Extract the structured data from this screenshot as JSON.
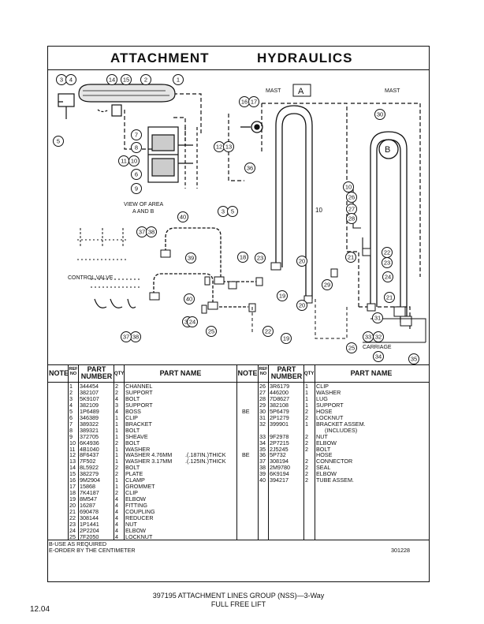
{
  "title": {
    "left": "ATTACHMENT",
    "right": "HYDRAULICS"
  },
  "diagram": {
    "mast_left": "MAST",
    "mast_right": "MAST",
    "region_a": "A",
    "region_b": "B",
    "view_label_1": "VIEW OF AREA",
    "view_label_2": "A AND B",
    "control_valve": "CONTROL VALVE",
    "carriage": "CARRIAGE",
    "callouts": [
      "3",
      "4",
      "14",
      "15",
      "2",
      "1",
      "16",
      "17",
      "5",
      "7",
      "8",
      "12",
      "13",
      "11",
      "10",
      "6",
      "9",
      "30",
      "36",
      "3",
      "5",
      "40",
      "37",
      "38",
      "39",
      "18",
      "23",
      "20",
      "10",
      "26",
      "27",
      "28",
      "21",
      "22",
      "23",
      "24",
      "29",
      "19",
      "40",
      "20",
      "21",
      "31",
      "33",
      "32",
      "34",
      "35",
      "25",
      "38",
      "37",
      "35",
      "24",
      "25",
      "22",
      "19"
    ]
  },
  "table": {
    "headers": {
      "note": "NOTE",
      "ref": "REF\nNO",
      "part": "PART\nNUMBER",
      "qty": "QTY",
      "name": "PART  NAME"
    },
    "left_rows": [
      [
        "1",
        "344454",
        "2",
        "CHANNEL",
        ""
      ],
      [
        "2",
        "382107",
        "2",
        "SUPPORT",
        ""
      ],
      [
        "3",
        "5K9107",
        "4",
        "BOLT",
        ""
      ],
      [
        "4",
        "382109",
        "3",
        "SUPPORT",
        ""
      ],
      [
        "5",
        "1P6489",
        "4",
        "BOSS",
        ""
      ],
      [
        "6",
        "346389",
        "1",
        "CLIP",
        ""
      ],
      [
        "7",
        "389322",
        "1",
        "BRACKET",
        ""
      ],
      [
        "8",
        "389321",
        "1",
        "BOLT",
        ""
      ],
      [
        "9",
        "372705",
        "1",
        "SHEAVE",
        ""
      ],
      [
        "10",
        "6K4936",
        "2",
        "BOLT",
        ""
      ],
      [
        "11",
        "4B1040",
        "1",
        "WASHER",
        ""
      ],
      [
        "12",
        "8F6437",
        "1",
        "WASHER   4.76MM",
        ".(.187IN.)THICK"
      ],
      [
        "13",
        "7F502",
        "1",
        "WASHER   3.17MM",
        ".(.125IN.)THICK"
      ],
      [
        "14",
        "8L5922",
        "2",
        "BOLT",
        ""
      ],
      [
        "15",
        "382279",
        "2",
        "PLATE",
        ""
      ],
      [
        "16",
        "9M2904",
        "1",
        "CLAMP",
        ""
      ],
      [
        "17",
        "15868",
        "1",
        "GROMMET",
        ""
      ],
      [
        "18",
        "7K4187",
        "2",
        "CLIP",
        ""
      ],
      [
        "19",
        "8M547",
        "4",
        "ELBOW",
        ""
      ],
      [
        "20",
        "16287",
        "4",
        "FITTING",
        ""
      ],
      [
        "21",
        "690478",
        "4",
        "COUPLING",
        ""
      ],
      [
        "22",
        "308144",
        "4",
        "REDUCER",
        ""
      ],
      [
        "23",
        "1P1441",
        "4",
        "NUT",
        ""
      ],
      [
        "24",
        "2P2204",
        "4",
        "ELBOW",
        ""
      ],
      [
        "25",
        "7F2050",
        "4",
        "LOCKNUT",
        ""
      ]
    ],
    "right_rows": [
      [
        "",
        "26",
        "3R6179",
        "1",
        "CLIP"
      ],
      [
        "",
        "27",
        "446200",
        "1",
        "WASHER"
      ],
      [
        "",
        "28",
        "7D8627",
        "1",
        "LUG"
      ],
      [
        "",
        "29",
        "382108",
        "1",
        "SUPPORT"
      ],
      [
        "BE",
        "30",
        "5P6479",
        "2",
        "HOSE"
      ],
      [
        "",
        "31",
        "2P1279",
        "2",
        "LOCKNUT"
      ],
      [
        "",
        "32",
        "399901",
        "1",
        "BRACKET  ASSEM."
      ],
      [
        "",
        "",
        "",
        "",
        "(INCLUDES)"
      ],
      [
        "",
        "33",
        "9F2978",
        "2",
        "NUT"
      ],
      [
        "",
        "34",
        "2P7215",
        "2",
        "ELBOW"
      ],
      [
        "",
        "35",
        "2J5245",
        "2",
        "BOLT"
      ],
      [
        "BE",
        "36",
        "5P732",
        "",
        "HOSE"
      ],
      [
        "",
        "37",
        "308194",
        "2",
        "CONNECTOR"
      ],
      [
        "",
        "38",
        "2M9780",
        "2",
        "SEAL"
      ],
      [
        "",
        "39",
        "6K9194",
        "2",
        "ELBOW"
      ],
      [
        "",
        "40",
        "394217",
        "2",
        "TUBE   ASSEM."
      ]
    ],
    "foot_1": "B-USE   AS   REQUIRED",
    "foot_2": "E-ORDER   BY   THE   CENTIMETER",
    "drawing_no": "301228"
  },
  "caption_1": "397195 ATTACHMENT LINES GROUP (NSS)—3-Way",
  "caption_2": "FULL FREE LIFT",
  "page_number": "12.04"
}
